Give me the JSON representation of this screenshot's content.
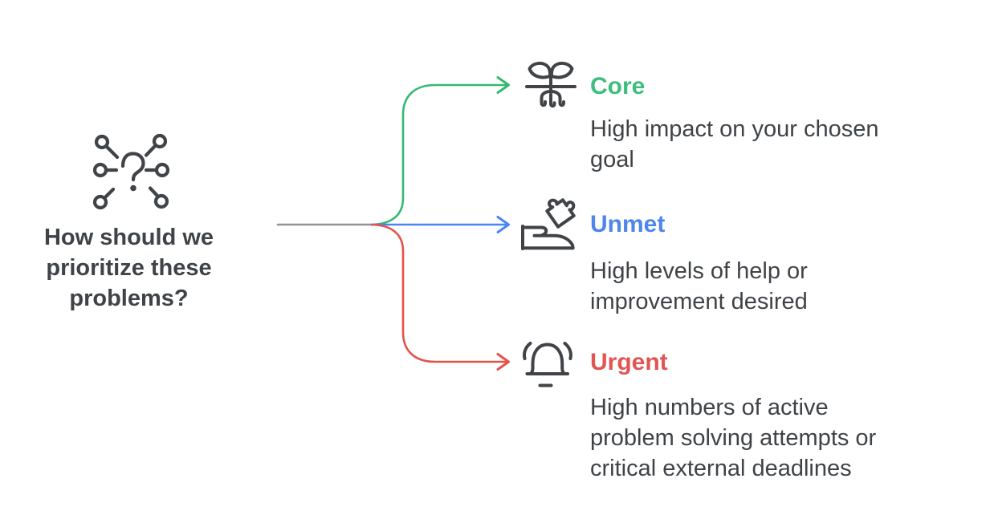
{
  "root_question": {
    "icon": "question-network-icon",
    "title_lines": [
      "How should we",
      "prioritize these",
      "problems?"
    ]
  },
  "branches": [
    {
      "label": "Core",
      "icon": "seedling-icon",
      "description": "High impact on your chosen goal",
      "color": "#3dbe7e",
      "line_color": "#34b973"
    },
    {
      "label": "Unmet",
      "icon": "hand-puzzle-icon",
      "description": "High levels of help or improvement desired",
      "color": "#4f86ec",
      "line_color": "#4a86f0"
    },
    {
      "label": "Urgent",
      "icon": "alarm-bell-icon",
      "description": "High numbers of active problem solving attempts or critical external deadlines",
      "color": "#e25555",
      "line_color": "#e3534b"
    }
  ],
  "colors": {
    "background": "#ffffff",
    "text": "#3f4347",
    "icon_stroke": "#404347",
    "trunk_line": "#919395"
  }
}
